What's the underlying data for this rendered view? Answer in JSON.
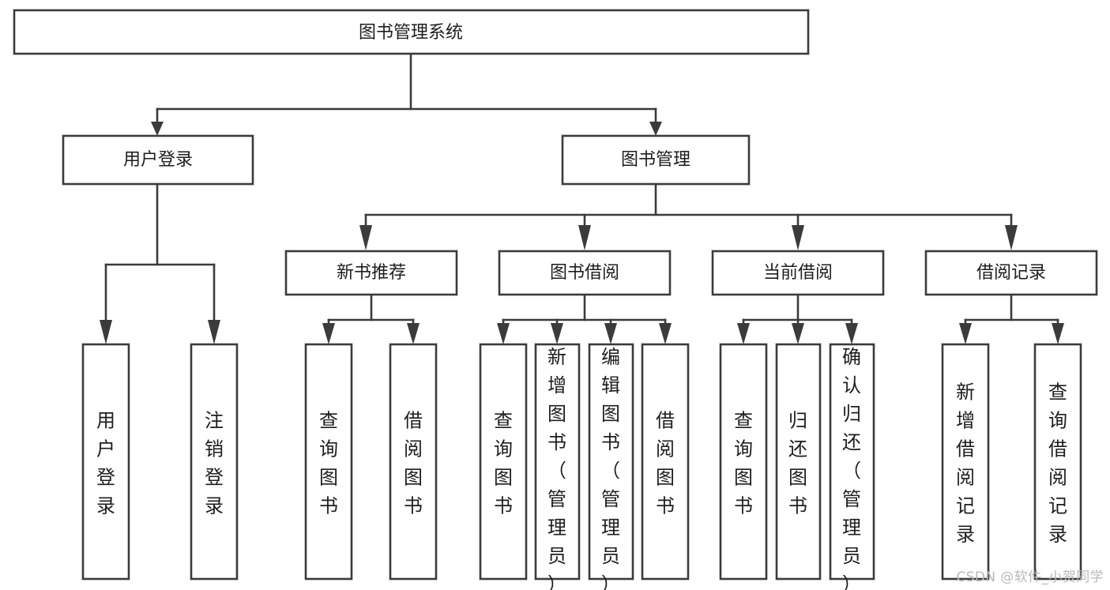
{
  "diagram": {
    "title": "图书管理系统",
    "type": "tree-hierarchy-diagram",
    "colors": {
      "stroke": "#3b3b3b",
      "fill": "#ffffff",
      "text": "#1d1d1d",
      "watermark": "#b9b9b9"
    },
    "root": {
      "label": "图书管理系统"
    },
    "level2": [
      {
        "label": "用户登录"
      },
      {
        "label": "图书管理"
      }
    ],
    "level3": [
      {
        "label": "新书推荐"
      },
      {
        "label": "图书借阅"
      },
      {
        "label": "当前借阅"
      },
      {
        "label": "借阅记录"
      }
    ],
    "leaves": {
      "user_login": [
        {
          "label": "用户登录"
        },
        {
          "label": "注销登录"
        }
      ],
      "new_book_recommend": [
        {
          "label": "查询图书"
        },
        {
          "label": "借阅图书"
        }
      ],
      "book_borrow": [
        {
          "label": "查询图书"
        },
        {
          "label": "新增图书（管理员）"
        },
        {
          "label": "编辑图书（管理员）"
        },
        {
          "label": "借阅图书"
        }
      ],
      "current_borrow": [
        {
          "label": "查询图书"
        },
        {
          "label": "归还图书"
        },
        {
          "label": "确认归还（管理员）"
        }
      ],
      "borrow_record": [
        {
          "label": "新增借阅记录"
        },
        {
          "label": "查询借阅记录"
        }
      ]
    }
  },
  "watermark": {
    "text": "CSDN @软件_小贺同学"
  }
}
